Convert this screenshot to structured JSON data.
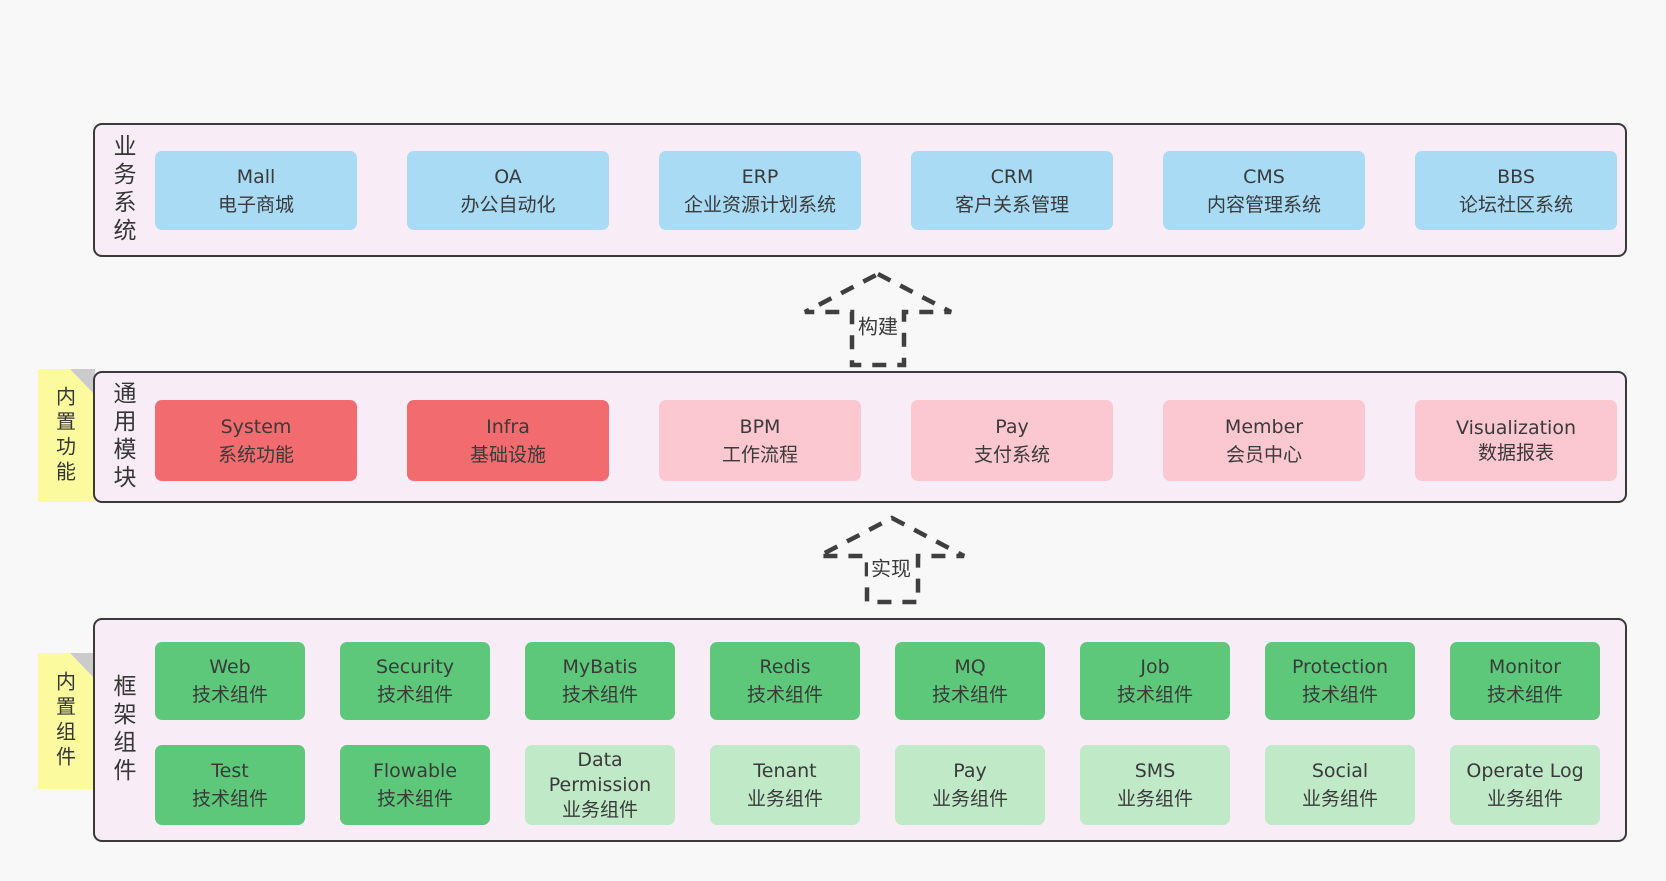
{
  "colors": {
    "page_bg": "#f8f8f8",
    "panel_bg": "#f8edf6",
    "panel_border": "#3a3a3a",
    "blue": "#a9dbf5",
    "red": "#f26b6f",
    "pink": "#fbc7d0",
    "green": "#5ec87a",
    "light_green": "#c0e9c7",
    "yellow": "#fcfa9e",
    "fold_gray": "#cbcbcb",
    "text": "#3a3a3a"
  },
  "arrows": [
    {
      "label": "构建"
    },
    {
      "label": "实现"
    }
  ],
  "layers": [
    {
      "label": "业务系统",
      "note": null,
      "rows": [
        [
          {
            "title": "Mall",
            "subtitle": "电子商城",
            "variant": "blue"
          },
          {
            "title": "OA",
            "subtitle": "办公自动化",
            "variant": "blue"
          },
          {
            "title": "ERP",
            "subtitle": "企业资源计划系统",
            "variant": "blue"
          },
          {
            "title": "CRM",
            "subtitle": "客户关系管理",
            "variant": "blue"
          },
          {
            "title": "CMS",
            "subtitle": "内容管理系统",
            "variant": "blue"
          },
          {
            "title": "BBS",
            "subtitle": "论坛社区系统",
            "variant": "blue"
          }
        ]
      ]
    },
    {
      "label": "通用模块",
      "note": "内置功能",
      "rows": [
        [
          {
            "title": "System",
            "subtitle": "系统功能",
            "variant": "red"
          },
          {
            "title": "Infra",
            "subtitle": "基础设施",
            "variant": "red"
          },
          {
            "title": "BPM",
            "subtitle": "工作流程",
            "variant": "pink"
          },
          {
            "title": "Pay",
            "subtitle": "支付系统",
            "variant": "pink"
          },
          {
            "title": "Member",
            "subtitle": "会员中心",
            "variant": "pink"
          },
          {
            "title": "Visualization",
            "subtitle": "数据报表",
            "variant": "pink"
          }
        ]
      ]
    },
    {
      "label": "框架组件",
      "note": "内置组件",
      "rows": [
        [
          {
            "title": "Web",
            "subtitle": "技术组件",
            "variant": "green"
          },
          {
            "title": "Security",
            "subtitle": "技术组件",
            "variant": "green"
          },
          {
            "title": "MyBatis",
            "subtitle": "技术组件",
            "variant": "green"
          },
          {
            "title": "Redis",
            "subtitle": "技术组件",
            "variant": "green"
          },
          {
            "title": "MQ",
            "subtitle": "技术组件",
            "variant": "green"
          },
          {
            "title": "Job",
            "subtitle": "技术组件",
            "variant": "green"
          },
          {
            "title": "Protection",
            "subtitle": "技术组件",
            "variant": "green"
          },
          {
            "title": "Monitor",
            "subtitle": "技术组件",
            "variant": "green"
          }
        ],
        [
          {
            "title": "Test",
            "subtitle": "技术组件",
            "variant": "green"
          },
          {
            "title": "Flowable",
            "subtitle": "技术组件",
            "variant": "green"
          },
          {
            "title": "Data Permission",
            "subtitle": "业务组件",
            "variant": "light-green"
          },
          {
            "title": "Tenant",
            "subtitle": "业务组件",
            "variant": "light-green"
          },
          {
            "title": "Pay",
            "subtitle": "业务组件",
            "variant": "light-green"
          },
          {
            "title": "SMS",
            "subtitle": "业务组件",
            "variant": "light-green"
          },
          {
            "title": "Social",
            "subtitle": "业务组件",
            "variant": "light-green"
          },
          {
            "title": "Operate Log",
            "subtitle": "业务组件",
            "variant": "light-green"
          }
        ]
      ]
    }
  ]
}
